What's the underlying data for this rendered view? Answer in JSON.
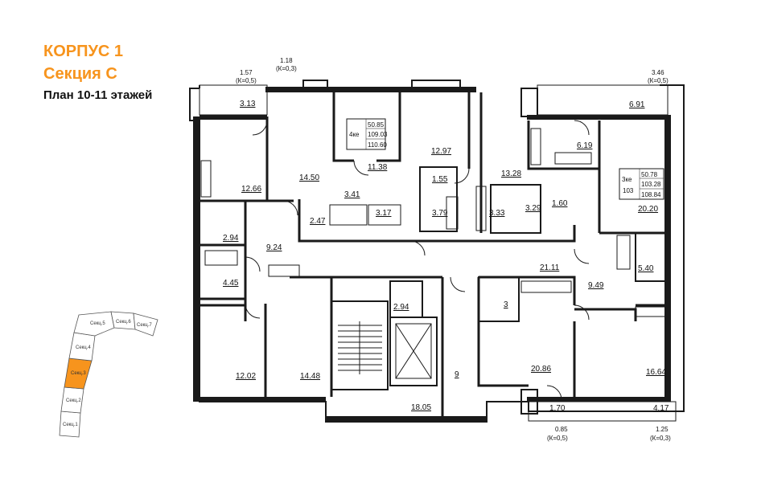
{
  "header": {
    "building": "КОРПУС 1",
    "section": "Секция С",
    "plan": "План 10-11 этажей"
  },
  "colors": {
    "accent": "#f7941d",
    "wall": "#1a1a1a",
    "highlight_section": "#f7941d"
  },
  "balcony_labels": [
    {
      "area": "1.57",
      "k": "(К=0,5)"
    },
    {
      "area": "1.18",
      "k": "(К=0,3)"
    },
    {
      "area": "3.46",
      "k": "(К=0,5)"
    },
    {
      "area": "0.85",
      "k": "(К=0,5)"
    },
    {
      "area": "1.25",
      "k": "(К=0,3)"
    }
  ],
  "apartments": [
    {
      "rooms": "4ке",
      "living": "50.85",
      "total": "109.03",
      "with_balcony": "110.60"
    },
    {
      "rooms": "3ке",
      "number": "103",
      "living": "50.78",
      "total": "103.28",
      "with_balcony": "108.84"
    }
  ],
  "room_areas": [
    "3.13",
    "12.66",
    "2.94",
    "4.45",
    "9.24",
    "12.02",
    "14.48",
    "14.50",
    "3.41",
    "2.47",
    "3.17",
    "11.38",
    "12.97",
    "1.55",
    "3.79",
    "13.28",
    "3.33",
    "3.29",
    "1.60",
    "6.91",
    "6.19",
    "20.20",
    "21.11",
    "2.94",
    "5.40",
    "9.49",
    "3",
    "20.86",
    "16.64",
    "1.70",
    "4.17",
    "9",
    "18.05"
  ],
  "key_plan": {
    "sections": [
      "Секц.1",
      "Секц.2",
      "Секц.3",
      "Секц.4",
      "Секц.5",
      "Секц.6",
      "Секц.7"
    ],
    "highlighted": "Секц.3"
  }
}
